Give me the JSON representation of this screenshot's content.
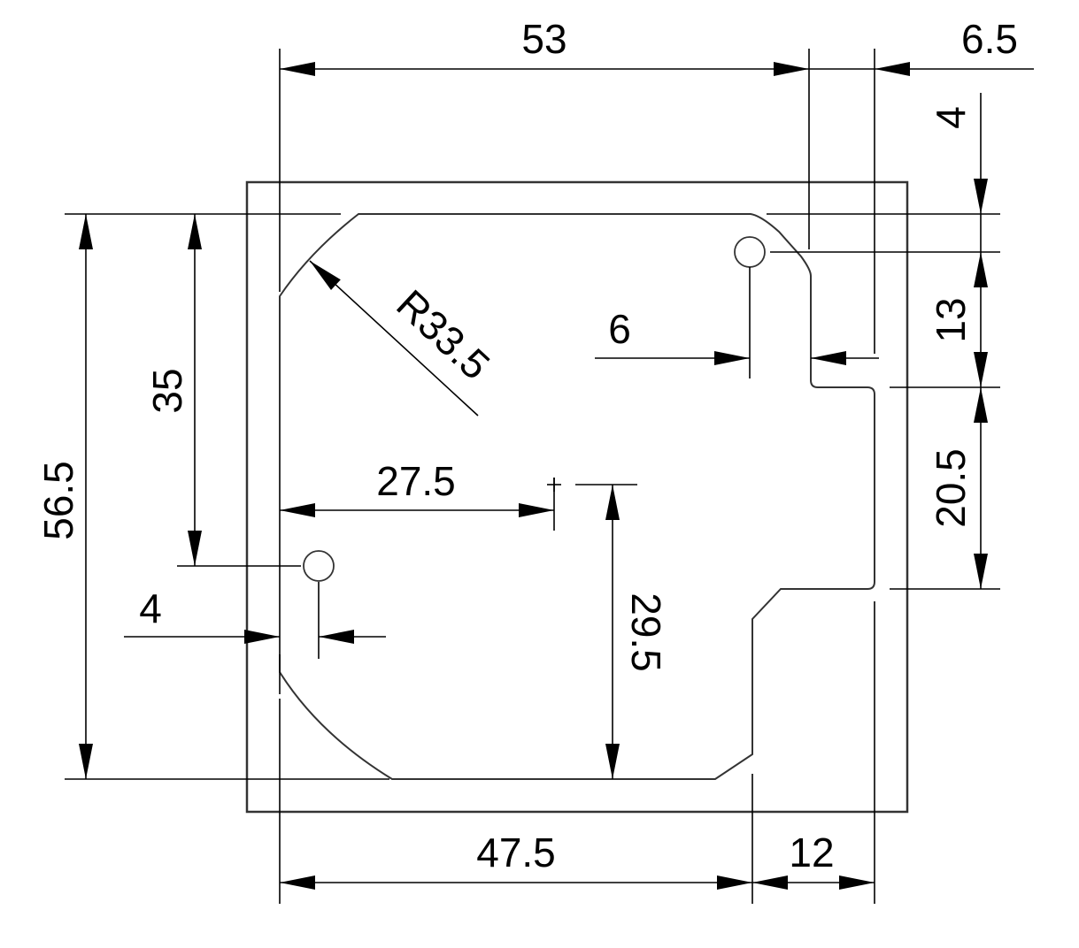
{
  "dimensions": {
    "top_width": "53",
    "top_right_offset": "6.5",
    "right_top": "4",
    "right_middle": "13",
    "right_lower": "20.5",
    "overall_height": "56.5",
    "left_hole_height": "35",
    "center_x": "27.5",
    "center_y": "29.5",
    "left_hole_offset": "4",
    "right_hole_offset": "6",
    "radius": "R33.5",
    "bottom_width": "47.5",
    "bottom_right": "12"
  }
}
